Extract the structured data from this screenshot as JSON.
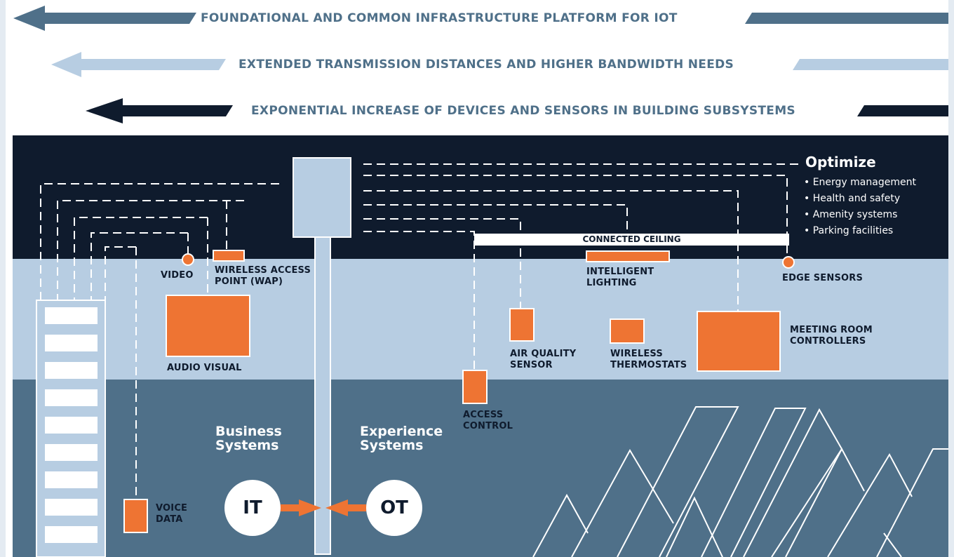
{
  "banners": [
    {
      "text": "FOUNDATIONAL AND COMMON INFRASTRUCTURE PLATFORM FOR IOT",
      "color": "#4f7089"
    },
    {
      "text": "EXTENDED TRANSMISSION DISTANCES AND HIGHER BANDWIDTH NEEDS",
      "color": "#b7cde2"
    },
    {
      "text": "EXPONENTIAL INCREASE OF DEVICES AND SENSORS IN BUILDING SUBSYSTEMS",
      "color": "#0f1b2d"
    }
  ],
  "optimize": {
    "title": "Optimize",
    "items": [
      "• Energy management",
      "• Health and safety",
      "• Amenity systems",
      "• Parking facilities"
    ]
  },
  "connected_ceiling": "CONNECTED CEILING",
  "labels": {
    "video": "VIDEO",
    "wap": "WIRELESS ACCESS\nPOINT (WAP)",
    "audio_visual": "AUDIO VISUAL",
    "intelligent_lighting": "INTELLIGENT\nLIGHTING",
    "edge_sensors": "EDGE SENSORS",
    "air_quality": "AIR QUALITY\nSENSOR",
    "wireless_thermostats": "WIRELESS\nTHERMOSTATS",
    "meeting_room": "MEETING ROOM\nCONTROLLERS",
    "access_control": "ACCESS\nCONTROL",
    "voice_data": "VOICE\nDATA"
  },
  "systems": {
    "business": "Business\nSystems",
    "experience": "Experience\nSystems",
    "it": "IT",
    "ot": "OT"
  },
  "colors": {
    "navy": "#0f1b2d",
    "light_blue": "#b7cde2",
    "slate": "#4f7089",
    "orange": "#ee7433",
    "white": "#ffffff"
  }
}
